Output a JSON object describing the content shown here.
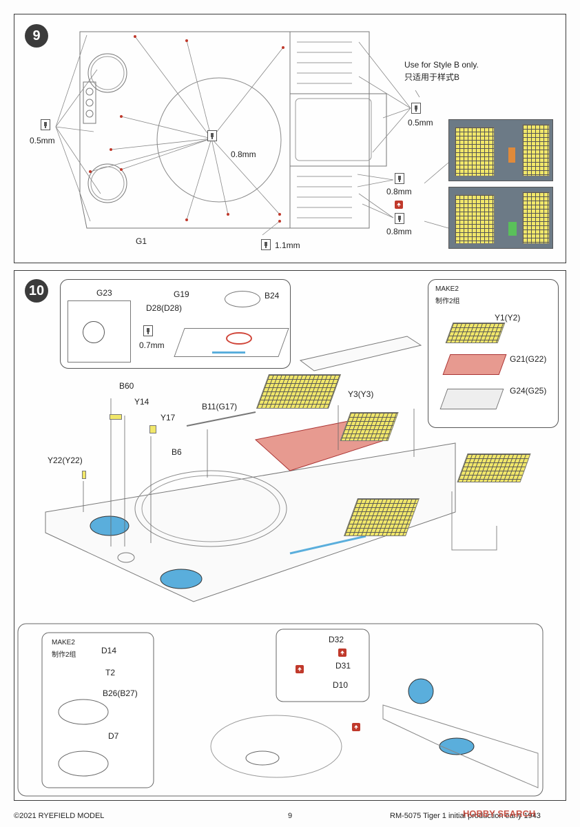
{
  "step9": {
    "number": "9",
    "labels": {
      "mm05_left": "0.5mm",
      "mm08_center": "0.8mm",
      "mm11": "1.1mm",
      "g1": "G1",
      "style_b_en": "Use for Style B only.",
      "style_b_cn": "只适用于样式B",
      "mm05_right": "0.5mm",
      "mm08_a": "0.8mm",
      "mm08_b": "0.8mm"
    }
  },
  "step10": {
    "number": "10",
    "inset1": {
      "g23": "G23",
      "mm07": "0.7mm",
      "g19": "G19",
      "b24": "B24",
      "d28": "D28(D28)"
    },
    "make2_top": {
      "title": "MAKE2",
      "cn": "制作2组",
      "y1": "Y1(Y2)",
      "g21": "G21(G22)",
      "g24": "G24(G25)"
    },
    "parts": {
      "b60": "B60",
      "y14": "Y14",
      "y17": "Y17",
      "b11": "B11(G17)",
      "b6": "B6",
      "y22": "Y22(Y22)",
      "y3": "Y3(Y3)"
    },
    "make2_bottom": {
      "title": "MAKE2",
      "cn": "制作2组",
      "d14": "D14",
      "t2": "T2",
      "b26": "B26(B27)",
      "d7": "D7"
    },
    "hinge": {
      "d32": "D32",
      "d31": "D31",
      "d10": "D10"
    }
  },
  "footer": {
    "copyright": "©2021 RYEFIELD MODEL",
    "page": "9",
    "product": "RM-5075  Tiger 1 initial production early 1943",
    "watermark": "HOBBY SEARCH"
  },
  "colors": {
    "mesh": "#f1e76a",
    "blue_part": "#5aaedc",
    "red_part": "#e06a5c",
    "step_badge": "#3b3b3b"
  }
}
